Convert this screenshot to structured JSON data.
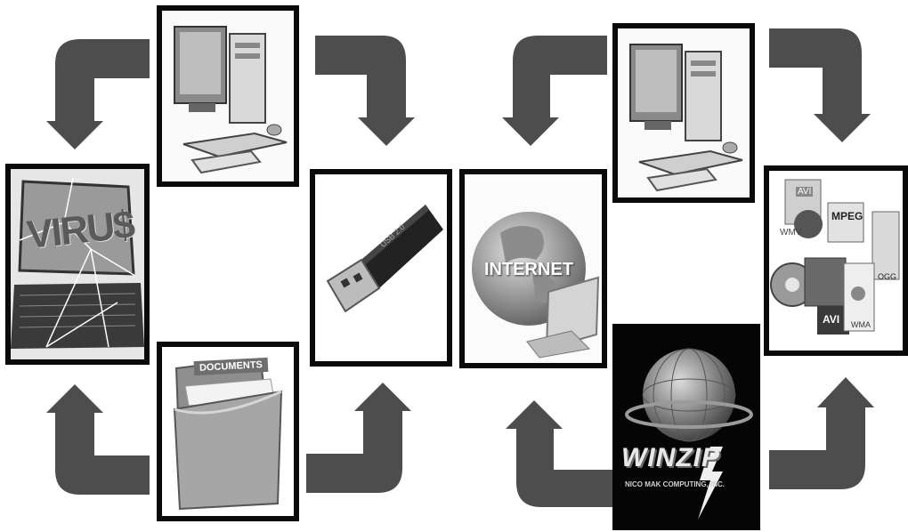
{
  "diagram": {
    "cycle_left": {
      "virus_label": "VIRU$",
      "documents_label": "DOCUMENTS",
      "usb_label": "USB 2.0"
    },
    "cycle_right": {
      "internet_label": "INTERNET",
      "winzip_label": "WINZIP",
      "winzip_sub": "NICO MAK COMPUTING, INC.",
      "media_labels": [
        "AVI",
        "MPEG",
        "WMV",
        "OGG",
        "AVI",
        "WMA"
      ]
    },
    "arrow_color": "#4d4d4d",
    "border_color": "#0a0a0a"
  }
}
